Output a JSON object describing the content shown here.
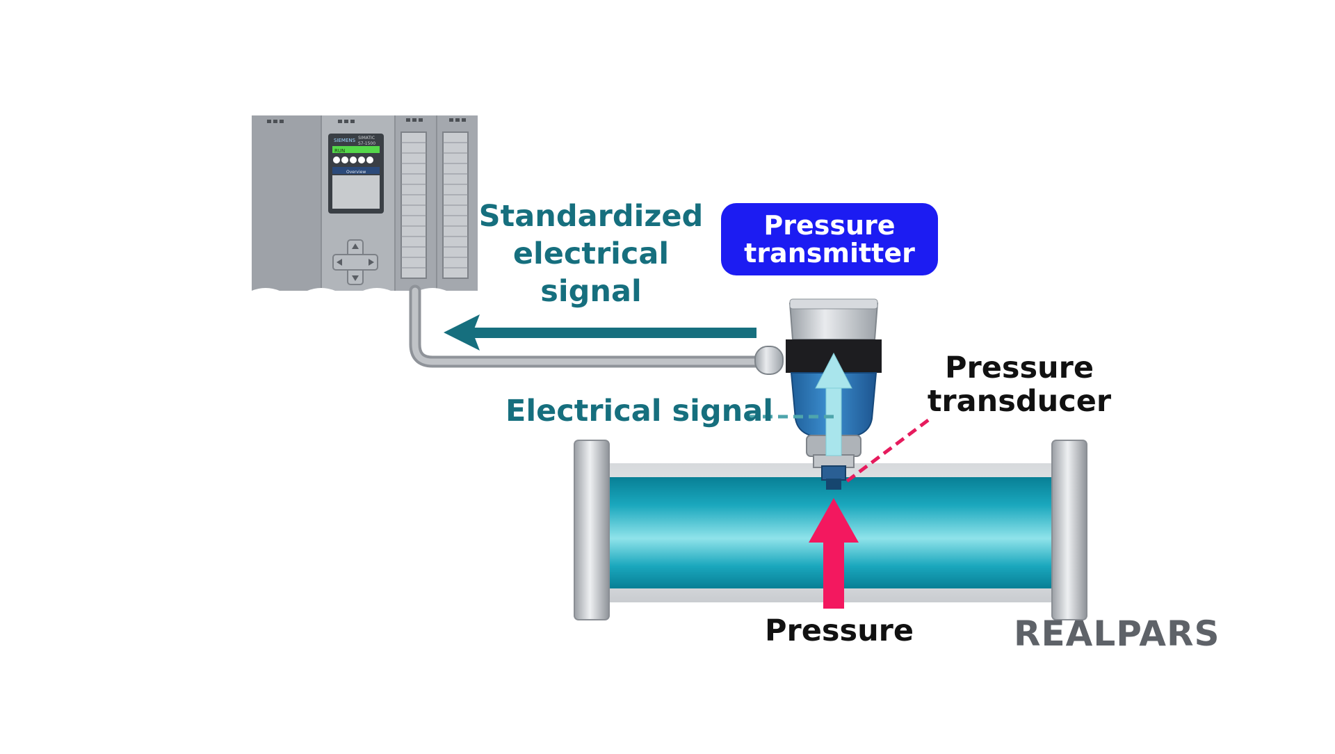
{
  "labels": {
    "standardized_signal": [
      "Standardized",
      "electrical",
      "signal"
    ],
    "transmitter": [
      "Pressure",
      "transmitter"
    ],
    "electrical_signal": "Electrical signal",
    "transducer": [
      "Pressure",
      "transducer"
    ],
    "pressure": "Pressure"
  },
  "plc": {
    "brand": "SIEMENS",
    "model_line1": "SIMATIC",
    "model_line2": "S7-1500",
    "status": "RUN",
    "menu": "Overview"
  },
  "logo": {
    "text": "REALPARS"
  },
  "colors": {
    "signal_teal": "#166f7e",
    "badge_blue": "#1c1cf2",
    "pressure_pink": "#f3185f",
    "fluid_cyan": "#19a6bd",
    "arrow_light": "#a9e5ec",
    "cable_gray": "#a8acb2",
    "plc_gray": "#a9adb3"
  }
}
